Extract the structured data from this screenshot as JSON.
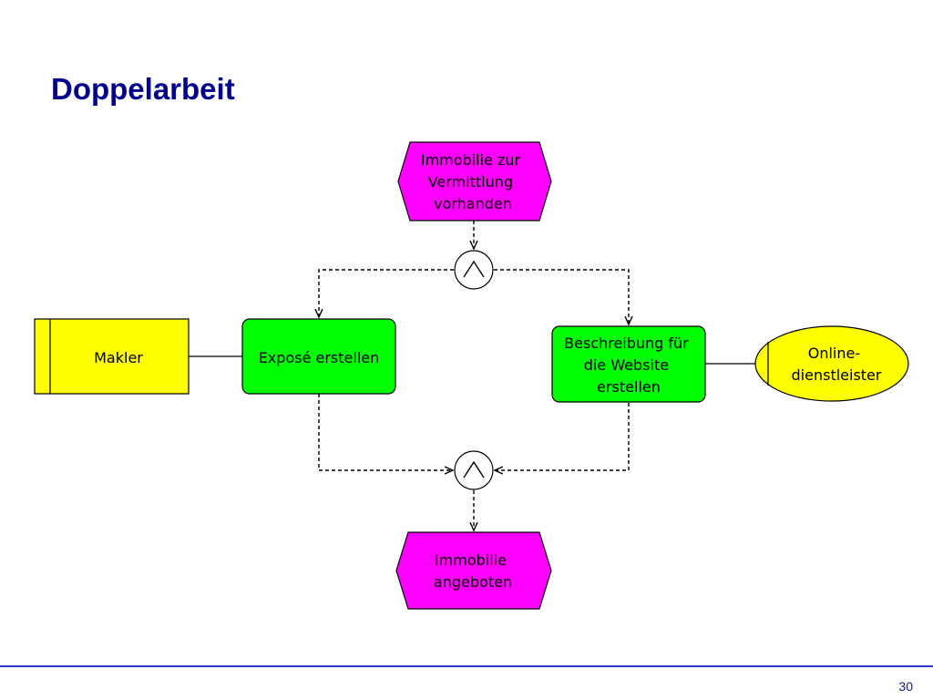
{
  "slide": {
    "title": "Doppelarbeit",
    "page_number": "30"
  },
  "diagram": {
    "start_event": {
      "lines": [
        "Immobilie zur",
        "Vermittlung",
        "vorhanden"
      ]
    },
    "split_connector": {
      "symbol": "AND"
    },
    "function_left": {
      "lines": [
        "Exposé erstellen"
      ]
    },
    "function_right": {
      "lines": [
        "Beschreibung für",
        "die Website",
        "erstellen"
      ]
    },
    "org_unit_left": {
      "lines": [
        "Makler"
      ]
    },
    "org_unit_right": {
      "lines": [
        "Online-",
        "dienstleister"
      ]
    },
    "join_connector": {
      "symbol": "AND"
    },
    "end_event": {
      "lines": [
        "Immobilie",
        "angeboten"
      ]
    },
    "colors": {
      "event": "#ff00ff",
      "function": "#00ff00",
      "org_unit": "#ffff00",
      "title": "#00008b",
      "footer_line": "#2c3cc4"
    }
  }
}
